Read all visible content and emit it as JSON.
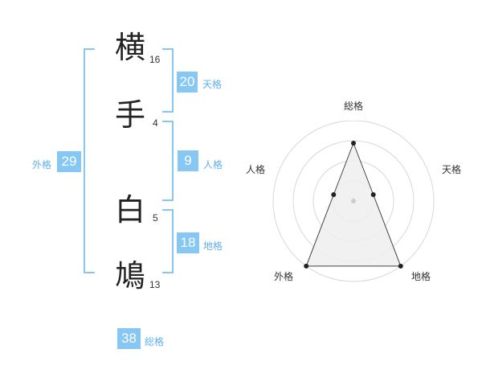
{
  "name": {
    "chars": [
      {
        "char": "横",
        "strokes": "16"
      },
      {
        "char": "手",
        "strokes": "4"
      },
      {
        "char": "白",
        "strokes": "5"
      },
      {
        "char": "鳩",
        "strokes": "13"
      }
    ]
  },
  "kakusu": {
    "tenkaku": {
      "value": "20",
      "label": "天格"
    },
    "jinkaku": {
      "value": "9",
      "label": "人格"
    },
    "chikaku": {
      "value": "18",
      "label": "地格"
    },
    "gaikaku": {
      "value": "29",
      "label": "外格"
    },
    "soukaku": {
      "value": "38",
      "label": "総格"
    }
  },
  "chart_data": {
    "type": "radar",
    "axes": [
      "総格",
      "天格",
      "地格",
      "外格",
      "人格"
    ],
    "values": [
      0.72,
      0.26,
      1.0,
      1.0,
      0.26
    ],
    "range": [
      0,
      1
    ],
    "rings": 4,
    "colors": {
      "ring": "#d8d8d8",
      "fill": "#eeeeee",
      "line": "#444444",
      "point": "#222222"
    }
  },
  "colors": {
    "accent": "#86c7f3",
    "accent_text": "#5fb0ea"
  }
}
